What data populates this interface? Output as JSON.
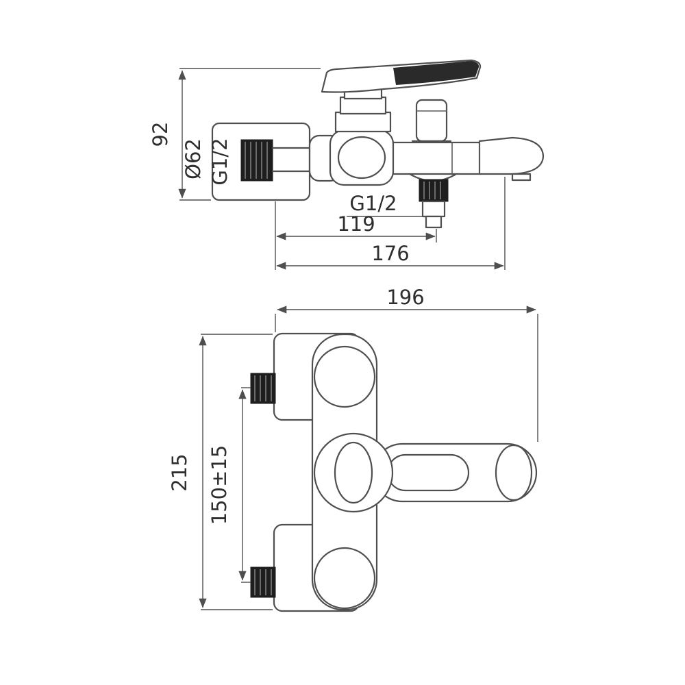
{
  "drawing": {
    "type": "technical-dimension-drawing",
    "subject": "wall-mounted bath shower mixer faucet, two orthographic views",
    "side_view": {
      "height": "92",
      "flange_diameter": "Ø62",
      "wall_thread": "G1/2",
      "outlet_thread": "G1/2",
      "reach_inner": "119",
      "reach_overall": "176"
    },
    "front_view": {
      "width": "196",
      "height": "215",
      "mount_centers": "150±15"
    },
    "colors": {
      "background": "#ffffff",
      "line": "#4f4f4f",
      "dark_fitting": "#1e1e1e",
      "text": "#2e2e2e"
    }
  }
}
